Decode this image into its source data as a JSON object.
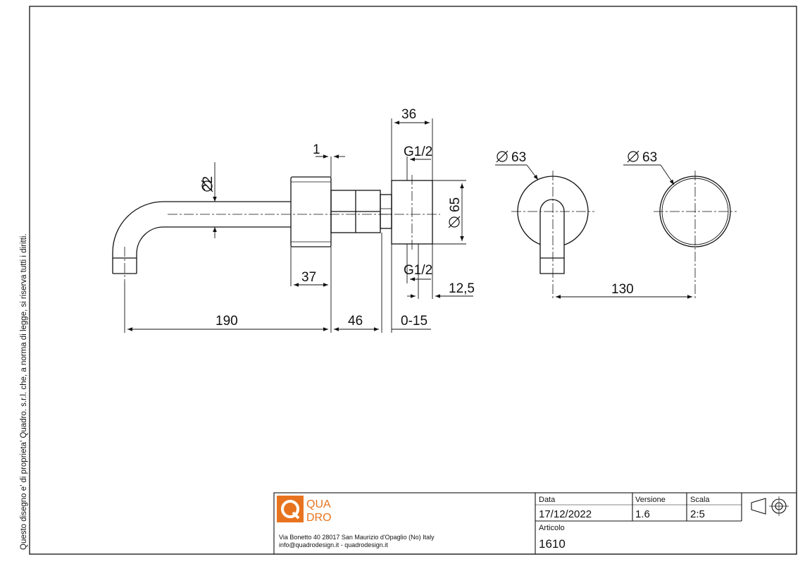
{
  "side_note": "Questo disegno e' di proprieta' Quadro. s.r.l. che, a norma di legge, si riserva tutti i diritti.",
  "dimensions": {
    "d22": "22",
    "d1": "1",
    "d36": "36",
    "g_top": "G1/2",
    "d65": "65",
    "g_bottom": "G1/2",
    "d37": "37",
    "d12_5": "12,5",
    "d190": "190",
    "d46": "46",
    "d0_15": "0-15",
    "d63_front": "63",
    "d63_back": "63",
    "d130": "130"
  },
  "title_block": {
    "brand_top": "QUA",
    "brand_bottom": "DRO",
    "logo_color": "#e8731e",
    "address_line1": "Via Bonetto 40  28017 San Maurizio d'Opaglio (No) Italy",
    "address_line2": "info@quadrodesign.it  -  quadrodesign.it",
    "data_label": "Data",
    "data_value": "17/12/2022",
    "versione_label": "Versione",
    "versione_value": "1.6",
    "scala_label": "Scala",
    "scala_value": "2:5",
    "articolo_label": "Articolo",
    "articolo_value": "1610",
    "projection_symbol": "first-angle-projection-icon"
  }
}
